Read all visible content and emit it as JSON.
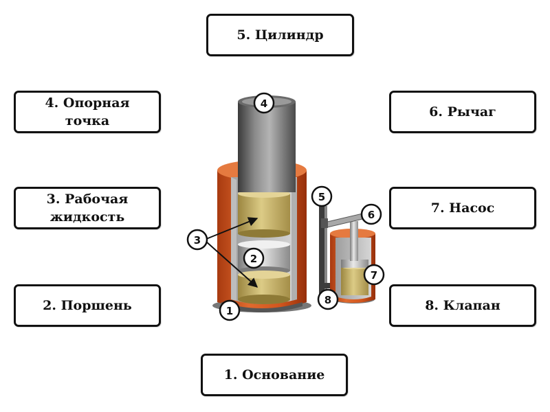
{
  "labels": {
    "base": "1. Основание",
    "cylinder": "5. Цилиндр",
    "support_point": "4. Опорная точка",
    "lever": "6. Рычаг",
    "working_fluid": "3. Рабочая\nжидкость",
    "pump": "7. Насос",
    "piston": "2. Поршень",
    "valve": "8. Клапан"
  },
  "markers": {
    "m1": "1",
    "m2": "2",
    "m3": "3",
    "m4": "4",
    "m5": "5",
    "m6": "6",
    "m7": "7",
    "m8": "8"
  },
  "colors": {
    "outer_cylinder": "#d2561e",
    "fluid": "#c9b46a",
    "metal": "#8a8a8a",
    "box_border": "#111111"
  }
}
